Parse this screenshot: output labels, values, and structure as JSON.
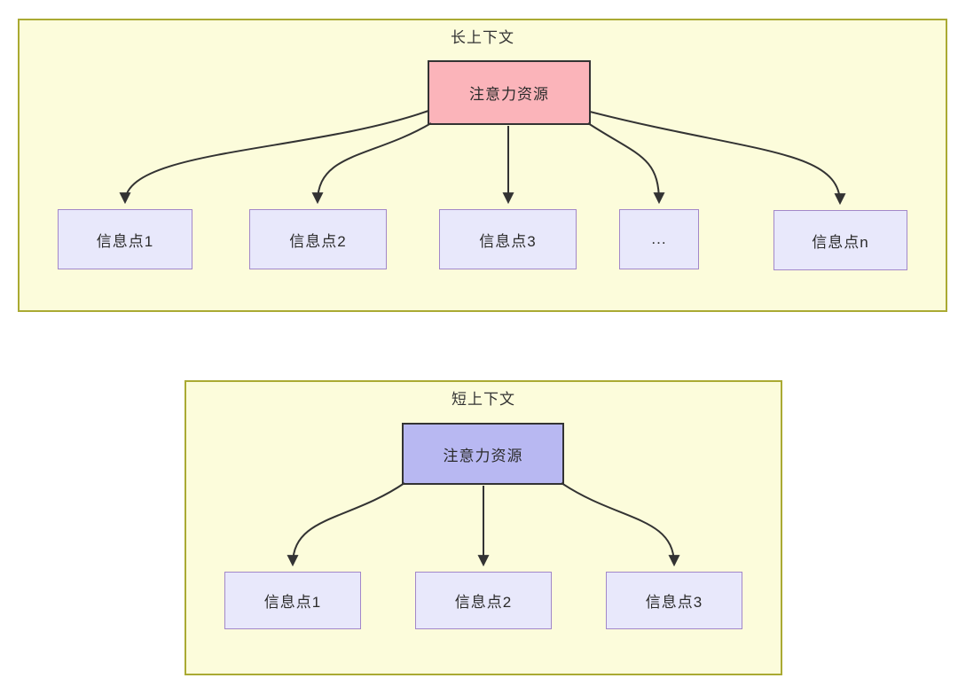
{
  "long_context": {
    "title": "长上下文",
    "attention_label": "注意力资源",
    "nodes": [
      "信息点1",
      "信息点2",
      "信息点3",
      "...",
      "信息点n"
    ]
  },
  "short_context": {
    "title": "短上下文",
    "attention_label": "注意力资源",
    "nodes": [
      "信息点1",
      "信息点2",
      "信息点3"
    ]
  },
  "colors": {
    "container_fill": "#FCFCDB",
    "container_border": "#AAAA33",
    "attention_long_fill": "#FBB4BA",
    "attention_short_fill": "#B8B8F2",
    "attention_border": "#333333",
    "node_fill": "#E8E8FB",
    "node_border": "#A287C9",
    "arrow": "#333333"
  }
}
